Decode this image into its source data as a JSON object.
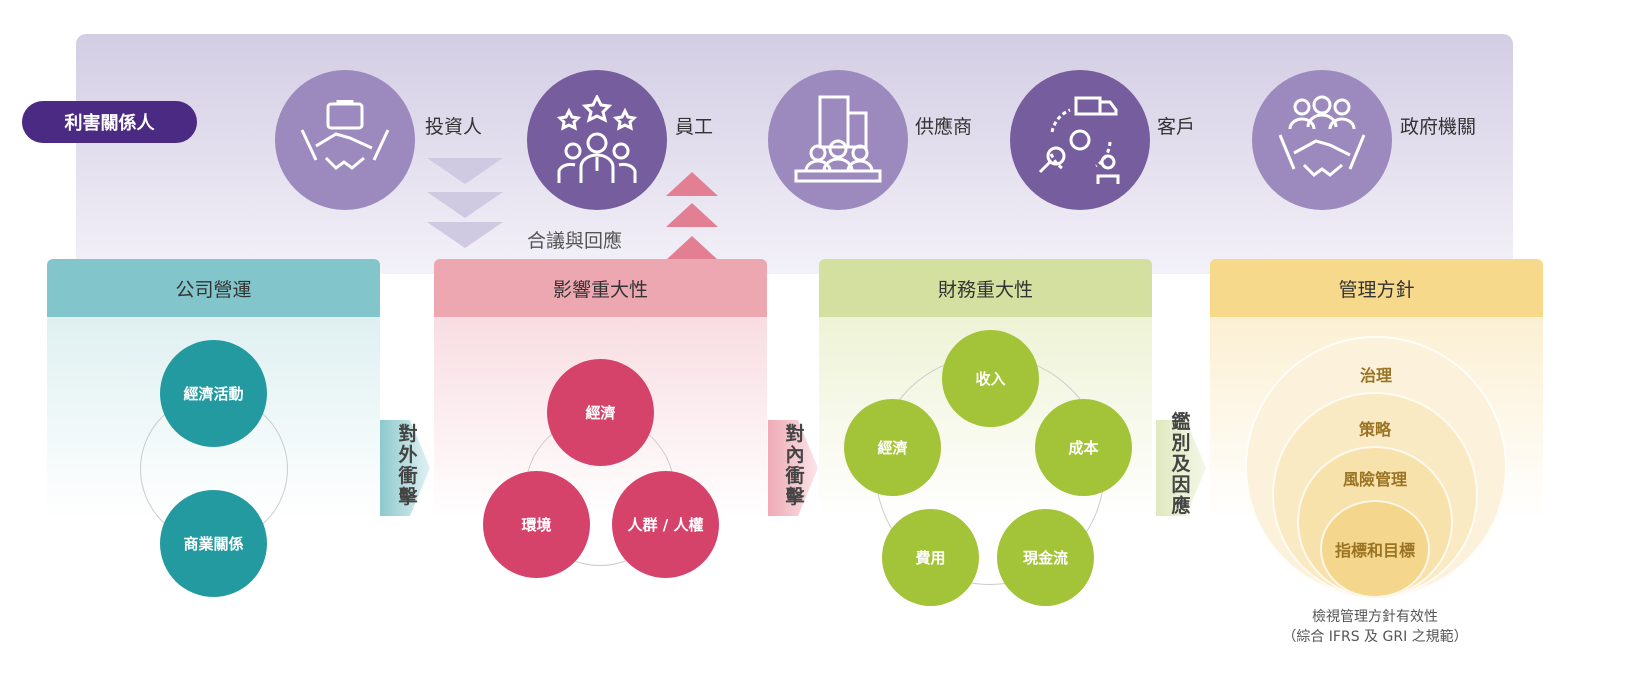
{
  "stakeholders": {
    "label": "利害關係人",
    "items": [
      {
        "name": "投資人",
        "icon": "handshake-briefcase-icon",
        "color": "#9c89bd"
      },
      {
        "name": "員工",
        "icon": "team-stars-icon",
        "color": "#765d9e"
      },
      {
        "name": "供應商",
        "icon": "building-people-icon",
        "color": "#9c89bd"
      },
      {
        "name": "客戶",
        "icon": "delivery-customer-icon",
        "color": "#765d9e"
      },
      {
        "name": "政府機關",
        "icon": "people-handshake-icon",
        "color": "#9c89bd"
      }
    ],
    "feedback": "合議與回應"
  },
  "columns": [
    {
      "title": "公司營運",
      "items": [
        "經濟活動",
        "商業關係"
      ],
      "header_color": "#82c5ca",
      "circle_color": "#239aa0"
    },
    {
      "title": "影響重大性",
      "items": [
        "經濟",
        "環境",
        "人群 / 人權"
      ],
      "header_color": "#eca7b1",
      "circle_color": "#d5436b"
    },
    {
      "title": "財務重大性",
      "items": [
        "收入",
        "經濟",
        "成本",
        "費用",
        "現金流"
      ],
      "header_color": "#d4e09f",
      "circle_color": "#a3c338"
    },
    {
      "title": "管理方針",
      "items": [
        "治理",
        "策略",
        "風險管理",
        "指標和目標"
      ],
      "header_color": "#f6d98b"
    }
  ],
  "arrows": [
    "對外衝擊",
    "對內衝擊",
    "鑑別及因應"
  ],
  "caption": [
    "檢視管理方針有效性",
    "（綜合 IFRS 及 GRI 之規範）"
  ]
}
